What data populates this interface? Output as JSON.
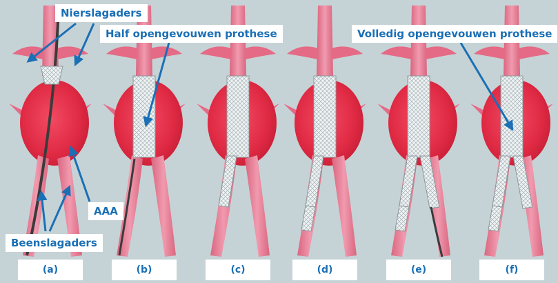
{
  "labels": {
    "renal": "Nierslagaders",
    "half": "Half opengevouwen prothese",
    "full": "Volledig opengevouwen prothese",
    "aaa": "AAA",
    "iliac": "Beenslagaders"
  },
  "panels": [
    "(a)",
    "(b)",
    "(c)",
    "(d)",
    "(e)",
    "(f)"
  ],
  "colors": {
    "background": "#c6d3d6",
    "vessel": "#e97f97",
    "aneurysm": "#e02a44",
    "graft": "#e9eef0",
    "arrow": "#1a6fb5",
    "label_bg": "#ffffff"
  }
}
